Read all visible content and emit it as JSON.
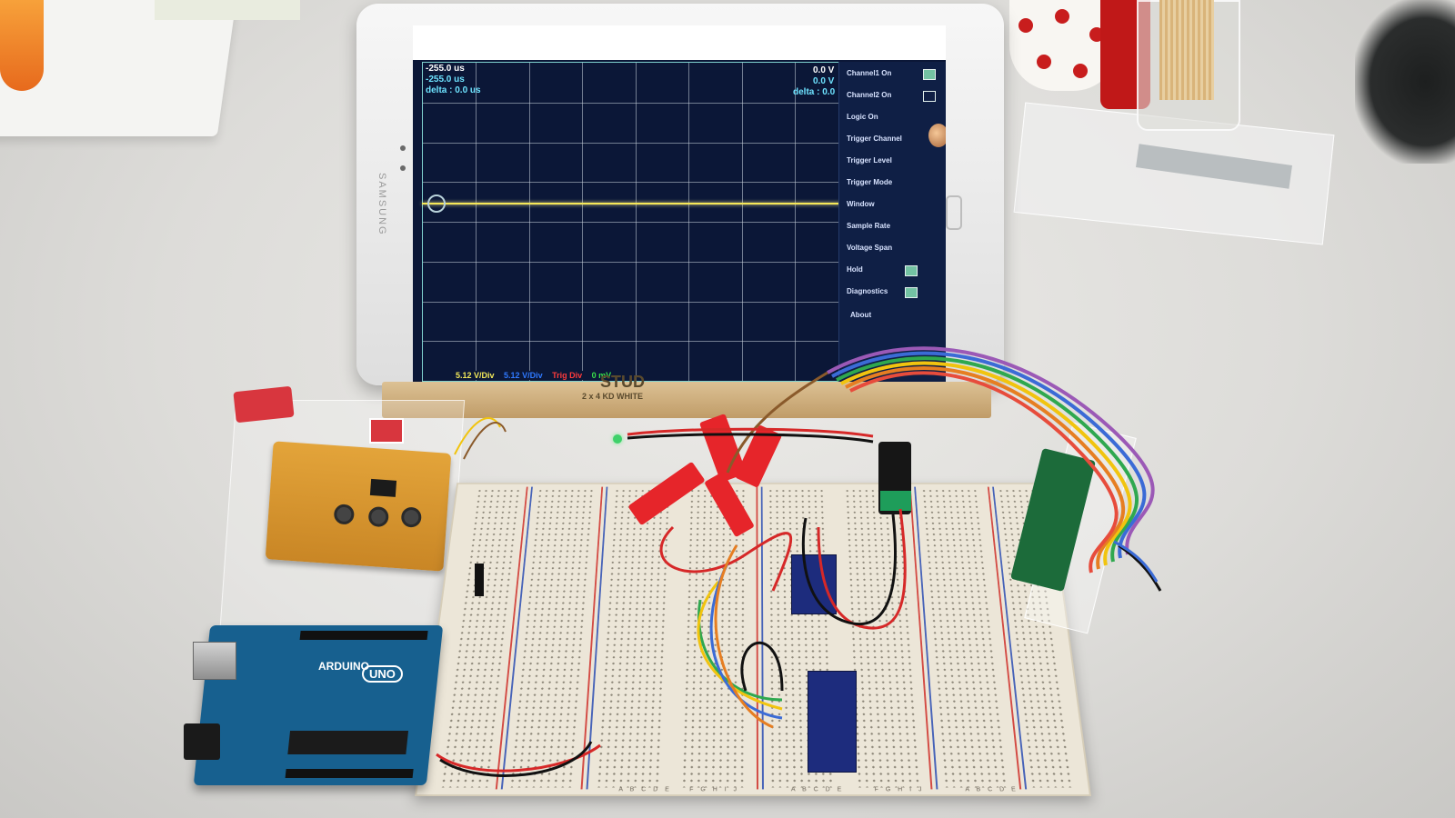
{
  "scene": {
    "description_free": true
  },
  "tablet": {
    "brand": "SAMSUNG",
    "scope": {
      "readouts_left": [
        "-255.0 us",
        "-255.0 us",
        "delta : 0.0 us"
      ],
      "readouts_right": [
        "0.0 V",
        "0.0 V",
        "delta : 0.0"
      ],
      "menu": [
        {
          "label": "Channel1 On",
          "toggle": true
        },
        {
          "label": "Channel2 On",
          "toggle": false
        },
        {
          "label": "Logic On",
          "toggle": null
        },
        {
          "label": "Trigger Channel",
          "toggle": null
        },
        {
          "label": "Trigger Level",
          "toggle": null
        },
        {
          "label": "Trigger Mode",
          "toggle": null
        },
        {
          "label": "Window",
          "toggle": null
        },
        {
          "label": "Sample Rate",
          "toggle": null
        },
        {
          "label": "Voltage Span",
          "toggle": null
        },
        {
          "label": "Hold",
          "toggle": true
        },
        {
          "label": "Diagnostics",
          "toggle": true
        },
        {
          "label": "About",
          "toggle": null
        }
      ],
      "volts_per_div": [
        "5.12 V/Div",
        "5.12 V/Div",
        "Trig Div",
        "0 mV"
      ],
      "colors": {
        "screen_bg": "#0b1737",
        "trace": "#f5e858",
        "readout_white": "#ffffff",
        "readout_cyan": "#6ee3ff",
        "volt1": "#f3e95a",
        "volt2": "#2f79ff",
        "volt3": "#ff3b3b",
        "volt4": "#39e04b"
      }
    }
  },
  "stand": {
    "logo_line1": "STUD",
    "logo_line2": "2 x 4 KD WHITE"
  },
  "arduino": {
    "logo": "ARDUINO",
    "model": "UNO"
  },
  "breadboard": {
    "column_labels": [
      "A B C D E",
      "F G H I J",
      "A B C D E",
      "F G H I J",
      "A B C D E"
    ]
  }
}
